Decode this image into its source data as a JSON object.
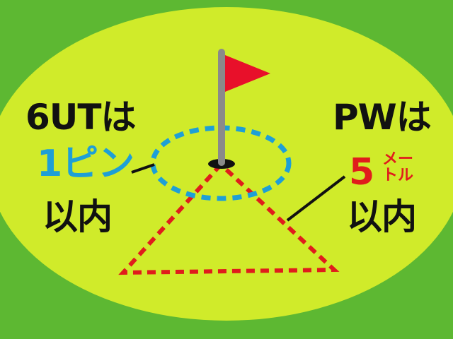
{
  "left_callout": {
    "line1": "6UTは",
    "line2": "1ピン",
    "line3": "以内"
  },
  "right_callout": {
    "line1": "PWは",
    "line2_number": "5",
    "line2_unit_top": "メー",
    "line2_unit_bottom": "トル",
    "line3": "以内"
  },
  "colors": {
    "rough": "#5db832",
    "green": "#d0eb2a",
    "circle": "#1e9fd6",
    "cone": "#e01c1c",
    "flag": "#e8102a",
    "pole": "#8a8a8a"
  }
}
